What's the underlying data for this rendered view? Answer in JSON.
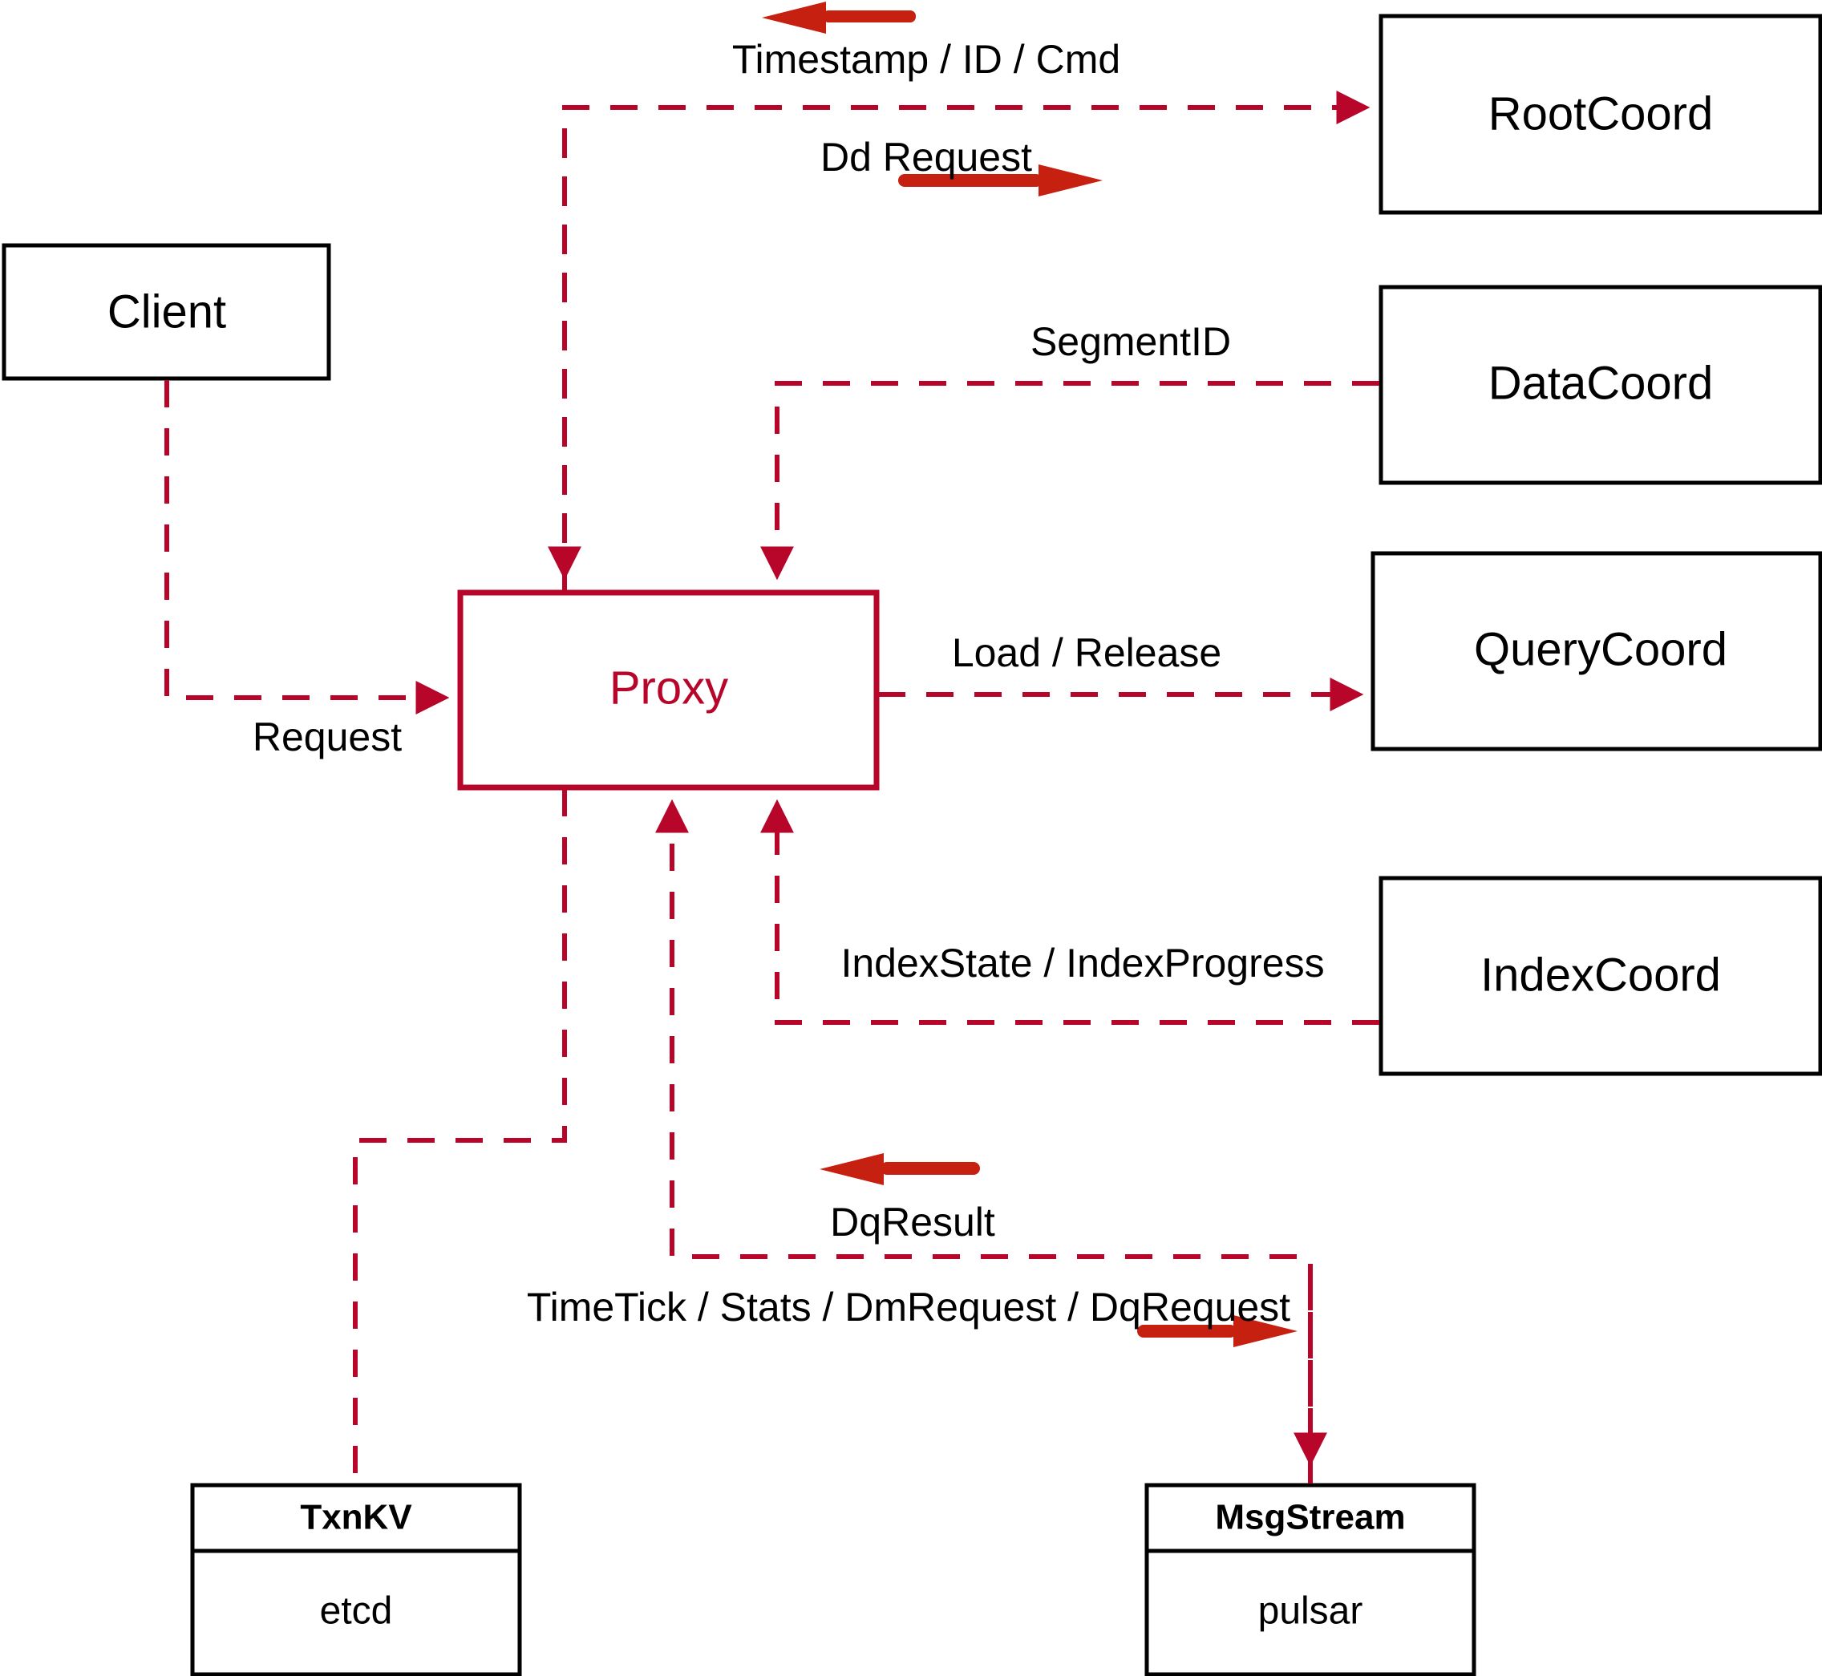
{
  "diagram": {
    "title": "Proxy component interaction diagram",
    "accent_color": "#B8062B",
    "bold_arrow_color": "#C62010",
    "box_color": "#000000",
    "background": "#ffffff"
  },
  "nodes": {
    "client": {
      "label": "Client"
    },
    "proxy": {
      "label": "Proxy"
    },
    "root_coord": {
      "label": "RootCoord"
    },
    "data_coord": {
      "label": "DataCoord"
    },
    "query_coord": {
      "label": "QueryCoord"
    },
    "index_coord": {
      "label": "IndexCoord"
    },
    "txnkv": {
      "title": "TxnKV",
      "impl": "etcd"
    },
    "msgstream": {
      "title": "MsgStream",
      "impl": "pulsar"
    }
  },
  "edges": {
    "timestamp_id_cmd": {
      "label": "Timestamp / ID / Cmd",
      "direction": "left"
    },
    "dd_request": {
      "label": "Dd Request",
      "direction": "right"
    },
    "segment_id": {
      "label": "SegmentID",
      "direction": "left"
    },
    "load_release": {
      "label": "Load / Release",
      "direction": "right"
    },
    "index_state": {
      "label": "IndexState / IndexProgress",
      "direction": "left"
    },
    "request": {
      "label": "Request",
      "direction": "right"
    },
    "dq_result": {
      "label": "DqResult",
      "direction": "left"
    },
    "timetick_stats": {
      "label": "TimeTick / Stats / DmRequest / DqRequest",
      "direction": "right"
    }
  }
}
